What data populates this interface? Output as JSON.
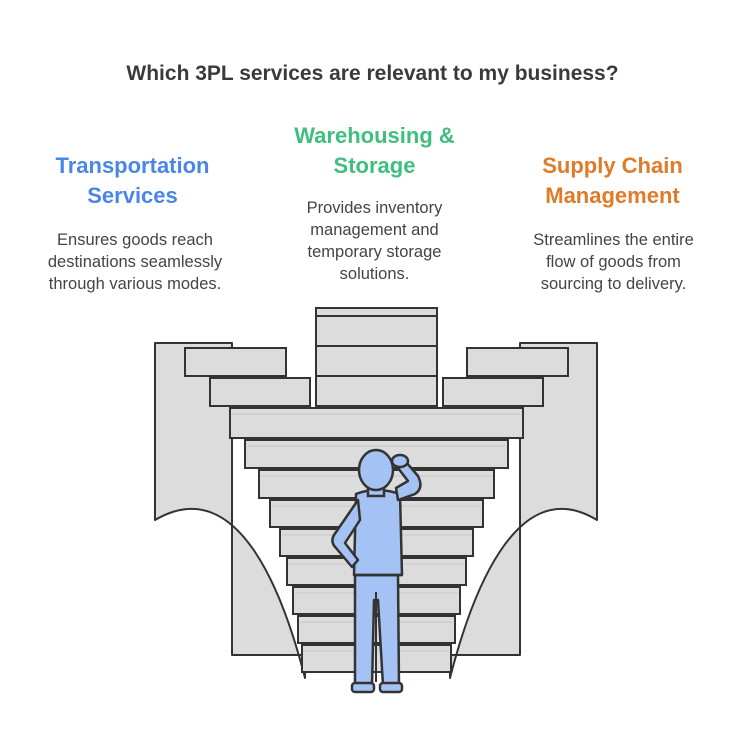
{
  "title": "Which 3PL services are relevant to my business?",
  "options": [
    {
      "heading": "Transportation Services",
      "heading_lines": [
        "Transportation",
        "Services"
      ],
      "color": "#4a86e8",
      "description_lines": [
        "Ensures goods reach",
        "destinations seamlessly",
        "through various modes."
      ]
    },
    {
      "heading": "Warehousing & Storage",
      "heading_lines": [
        "Warehousing &",
        "Storage"
      ],
      "color": "#3fbf7f",
      "description_lines": [
        "Provides inventory",
        "management and",
        "temporary storage",
        "solutions."
      ]
    },
    {
      "heading": "Supply Chain Management",
      "heading_lines": [
        "Supply Chain",
        "Management"
      ],
      "color": "#e07b2a",
      "description_lines": [
        "Streamlines the entire",
        "flow of goods from",
        "sourcing to delivery."
      ]
    }
  ],
  "illustration": {
    "icon": "person-at-three-way-staircase",
    "stair_color": "#dcdcdc",
    "outline_color": "#333333",
    "person_color": "#a4c2f4"
  }
}
